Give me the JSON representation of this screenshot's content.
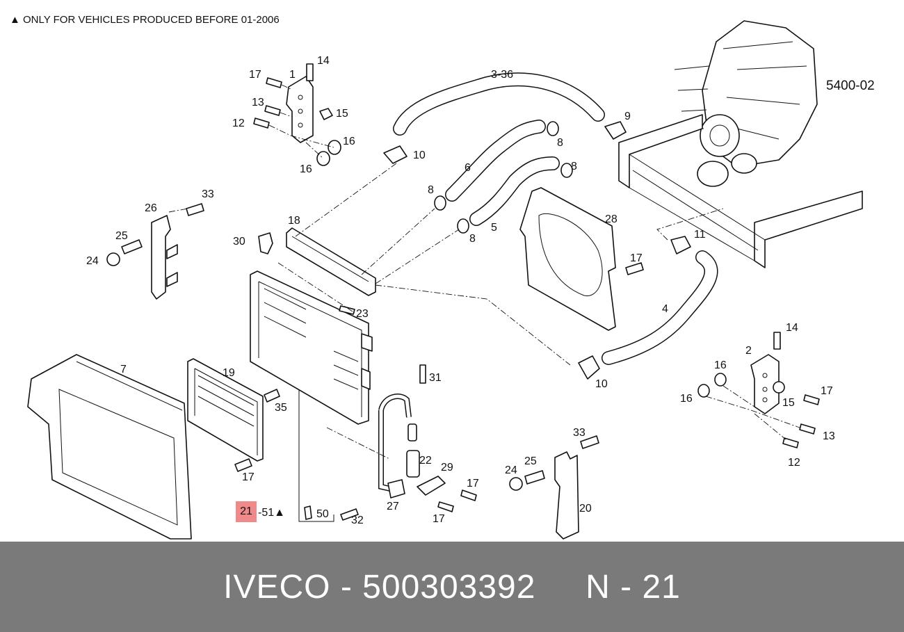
{
  "note": "▲ ONLY FOR VEHICLES PRODUCED BEFORE 01-2006",
  "ref_code": "5400-02",
  "highlight_label": "21",
  "footer": {
    "brand": "IVECO",
    "part_number": "500303392",
    "position": "N - 21"
  },
  "callouts": [
    {
      "id": "c1",
      "text": "1"
    },
    {
      "id": "c2",
      "text": "14"
    },
    {
      "id": "c3",
      "text": "17"
    },
    {
      "id": "c4",
      "text": "13"
    },
    {
      "id": "c5",
      "text": "15"
    },
    {
      "id": "c6",
      "text": "12"
    },
    {
      "id": "c7",
      "text": "16"
    },
    {
      "id": "c8",
      "text": "16"
    },
    {
      "id": "c9",
      "text": "3-36"
    },
    {
      "id": "c10",
      "text": "9"
    },
    {
      "id": "c11",
      "text": "10"
    },
    {
      "id": "c12",
      "text": "8"
    },
    {
      "id": "c13",
      "text": "8"
    },
    {
      "id": "c14",
      "text": "6"
    },
    {
      "id": "c15",
      "text": "8"
    },
    {
      "id": "c16",
      "text": "5"
    },
    {
      "id": "c17",
      "text": "8"
    },
    {
      "id": "c18",
      "text": "33"
    },
    {
      "id": "c19",
      "text": "26"
    },
    {
      "id": "c20",
      "text": "25"
    },
    {
      "id": "c21",
      "text": "24"
    },
    {
      "id": "c22",
      "text": "18"
    },
    {
      "id": "c23",
      "text": "30"
    },
    {
      "id": "c24",
      "text": "28"
    },
    {
      "id": "c25",
      "text": "11"
    },
    {
      "id": "c26",
      "text": "17"
    },
    {
      "id": "c27",
      "text": "23"
    },
    {
      "id": "c28",
      "text": "4"
    },
    {
      "id": "c29",
      "text": "10"
    },
    {
      "id": "c30",
      "text": "14"
    },
    {
      "id": "c31",
      "text": "2"
    },
    {
      "id": "c32",
      "text": "16"
    },
    {
      "id": "c33",
      "text": "17"
    },
    {
      "id": "c34",
      "text": "16"
    },
    {
      "id": "c35",
      "text": "15"
    },
    {
      "id": "c36",
      "text": "13"
    },
    {
      "id": "c37",
      "text": "12"
    },
    {
      "id": "c38",
      "text": "7"
    },
    {
      "id": "c39",
      "text": "19"
    },
    {
      "id": "c40",
      "text": "35"
    },
    {
      "id": "c41",
      "text": "31"
    },
    {
      "id": "c42",
      "text": "22"
    },
    {
      "id": "c43",
      "text": "29"
    },
    {
      "id": "c44",
      "text": "33"
    },
    {
      "id": "c45",
      "text": "25"
    },
    {
      "id": "c46",
      "text": "24"
    },
    {
      "id": "c47",
      "text": "17"
    },
    {
      "id": "c48",
      "text": "17"
    },
    {
      "id": "c49",
      "text": "17"
    },
    {
      "id": "c50",
      "text": "27"
    },
    {
      "id": "c51",
      "text": "20"
    },
    {
      "id": "c52",
      "text": "-51▲"
    },
    {
      "id": "c53",
      "text": "50"
    },
    {
      "id": "c54",
      "text": "32"
    }
  ]
}
